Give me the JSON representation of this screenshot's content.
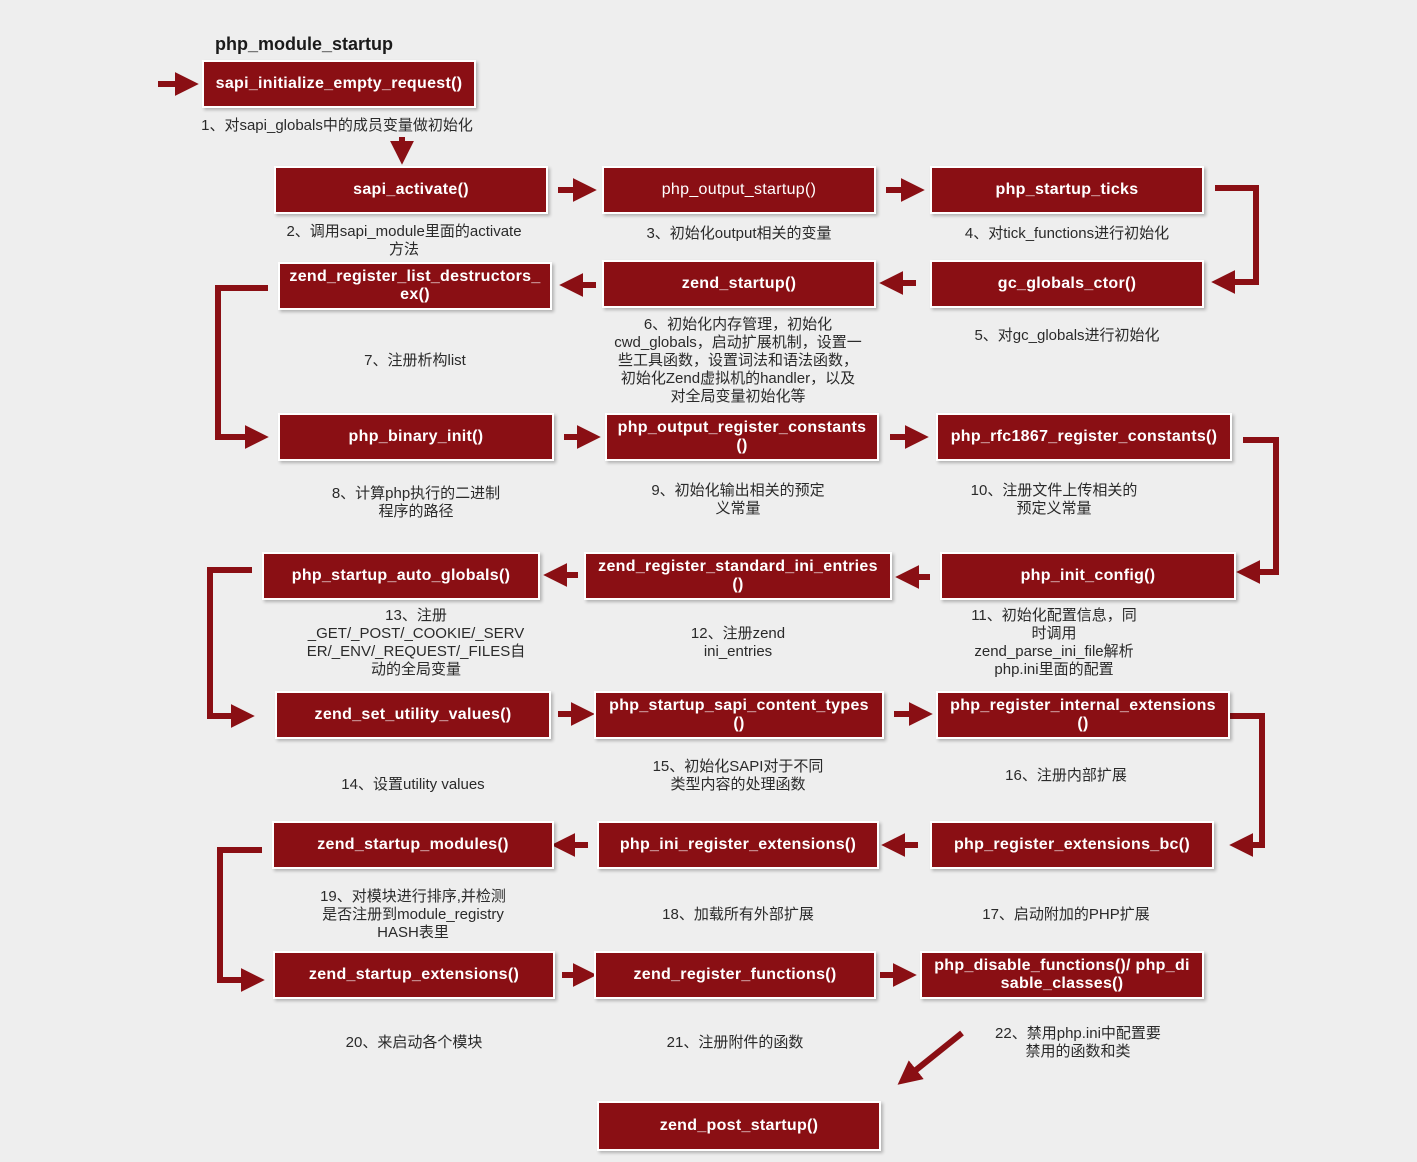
{
  "title": "php_module_startup",
  "colors": {
    "box": "#8a0f14",
    "arrow": "#8a0f14",
    "background": "#eeeeee"
  },
  "steps": {
    "s1": {
      "box": "sapi_initialize_empty_request()",
      "note": "1、对sapi_globals中的成员变量做初始化"
    },
    "s2": {
      "box": "sapi_activate()",
      "note": "2、调用sapi_module里面的activate\n方法"
    },
    "s3": {
      "box": "php_output_startup()",
      "note": "3、初始化output相关的变量"
    },
    "s4": {
      "box": "php_startup_ticks",
      "note": "4、对tick_functions进行初始化"
    },
    "s5": {
      "box": "gc_globals_ctor()",
      "note": "5、对gc_globals进行初始化"
    },
    "s6": {
      "box": "zend_startup()",
      "note": "6、初始化内存管理，初始化\ncwd_globals，启动扩展机制，设置一\n些工具函数，设置词法和语法函数，\n初始化Zend虚拟机的handler，以及\n对全局变量初始化等"
    },
    "s7": {
      "box": "zend_register_list_destructors_ex()",
      "note": "7、注册析构list"
    },
    "s8": {
      "box": "php_binary_init()",
      "note": "8、计算php执行的二进制\n程序的路径"
    },
    "s9": {
      "box": "php_output_register_constants()",
      "note": "9、初始化输出相关的预定\n义常量"
    },
    "s10": {
      "box": "php_rfc1867_register_constants()",
      "note": "10、注册文件上传相关的\n预定义常量"
    },
    "s11": {
      "box": "php_init_config()",
      "note": "11、初始化配置信息，同\n时调用\nzend_parse_ini_file解析\nphp.ini里面的配置"
    },
    "s12": {
      "box": "zend_register_standard_ini_entries()",
      "note": "12、注册zend\nini_entries"
    },
    "s13": {
      "box": "php_startup_auto_globals()",
      "note": "13、注册\n_GET/_POST/_COOKIE/_SERV\nER/_ENV/_REQUEST/_FILES自\n动的全局变量"
    },
    "s14": {
      "box": "zend_set_utility_values()",
      "note": "14、设置utility values"
    },
    "s15": {
      "box": "php_startup_sapi_content_types()",
      "note": "15、初始化SAPI对于不同\n类型内容的处理函数"
    },
    "s16": {
      "box": "php_register_internal_extensions()",
      "note": "16、注册内部扩展"
    },
    "s17": {
      "box": "php_register_extensions_bc()",
      "note": "17、启动附加的PHP扩展"
    },
    "s18": {
      "box": "php_ini_register_extensions()",
      "note": "18、加载所有外部扩展"
    },
    "s19": {
      "box": "zend_startup_modules()",
      "note": "19、对模块进行排序,并检测\n是否注册到module_registry\nHASH表里"
    },
    "s20": {
      "box": "zend_startup_extensions()",
      "note": "20、来启动各个模块"
    },
    "s21": {
      "box": "zend_register_functions()",
      "note": "21、注册附件的函数"
    },
    "s22": {
      "box": "php_disable_functions()/ php_disable_classes()",
      "note": "22、禁用php.ini中配置要\n禁用的函数和类"
    },
    "s23": {
      "box": "zend_post_startup()"
    }
  }
}
